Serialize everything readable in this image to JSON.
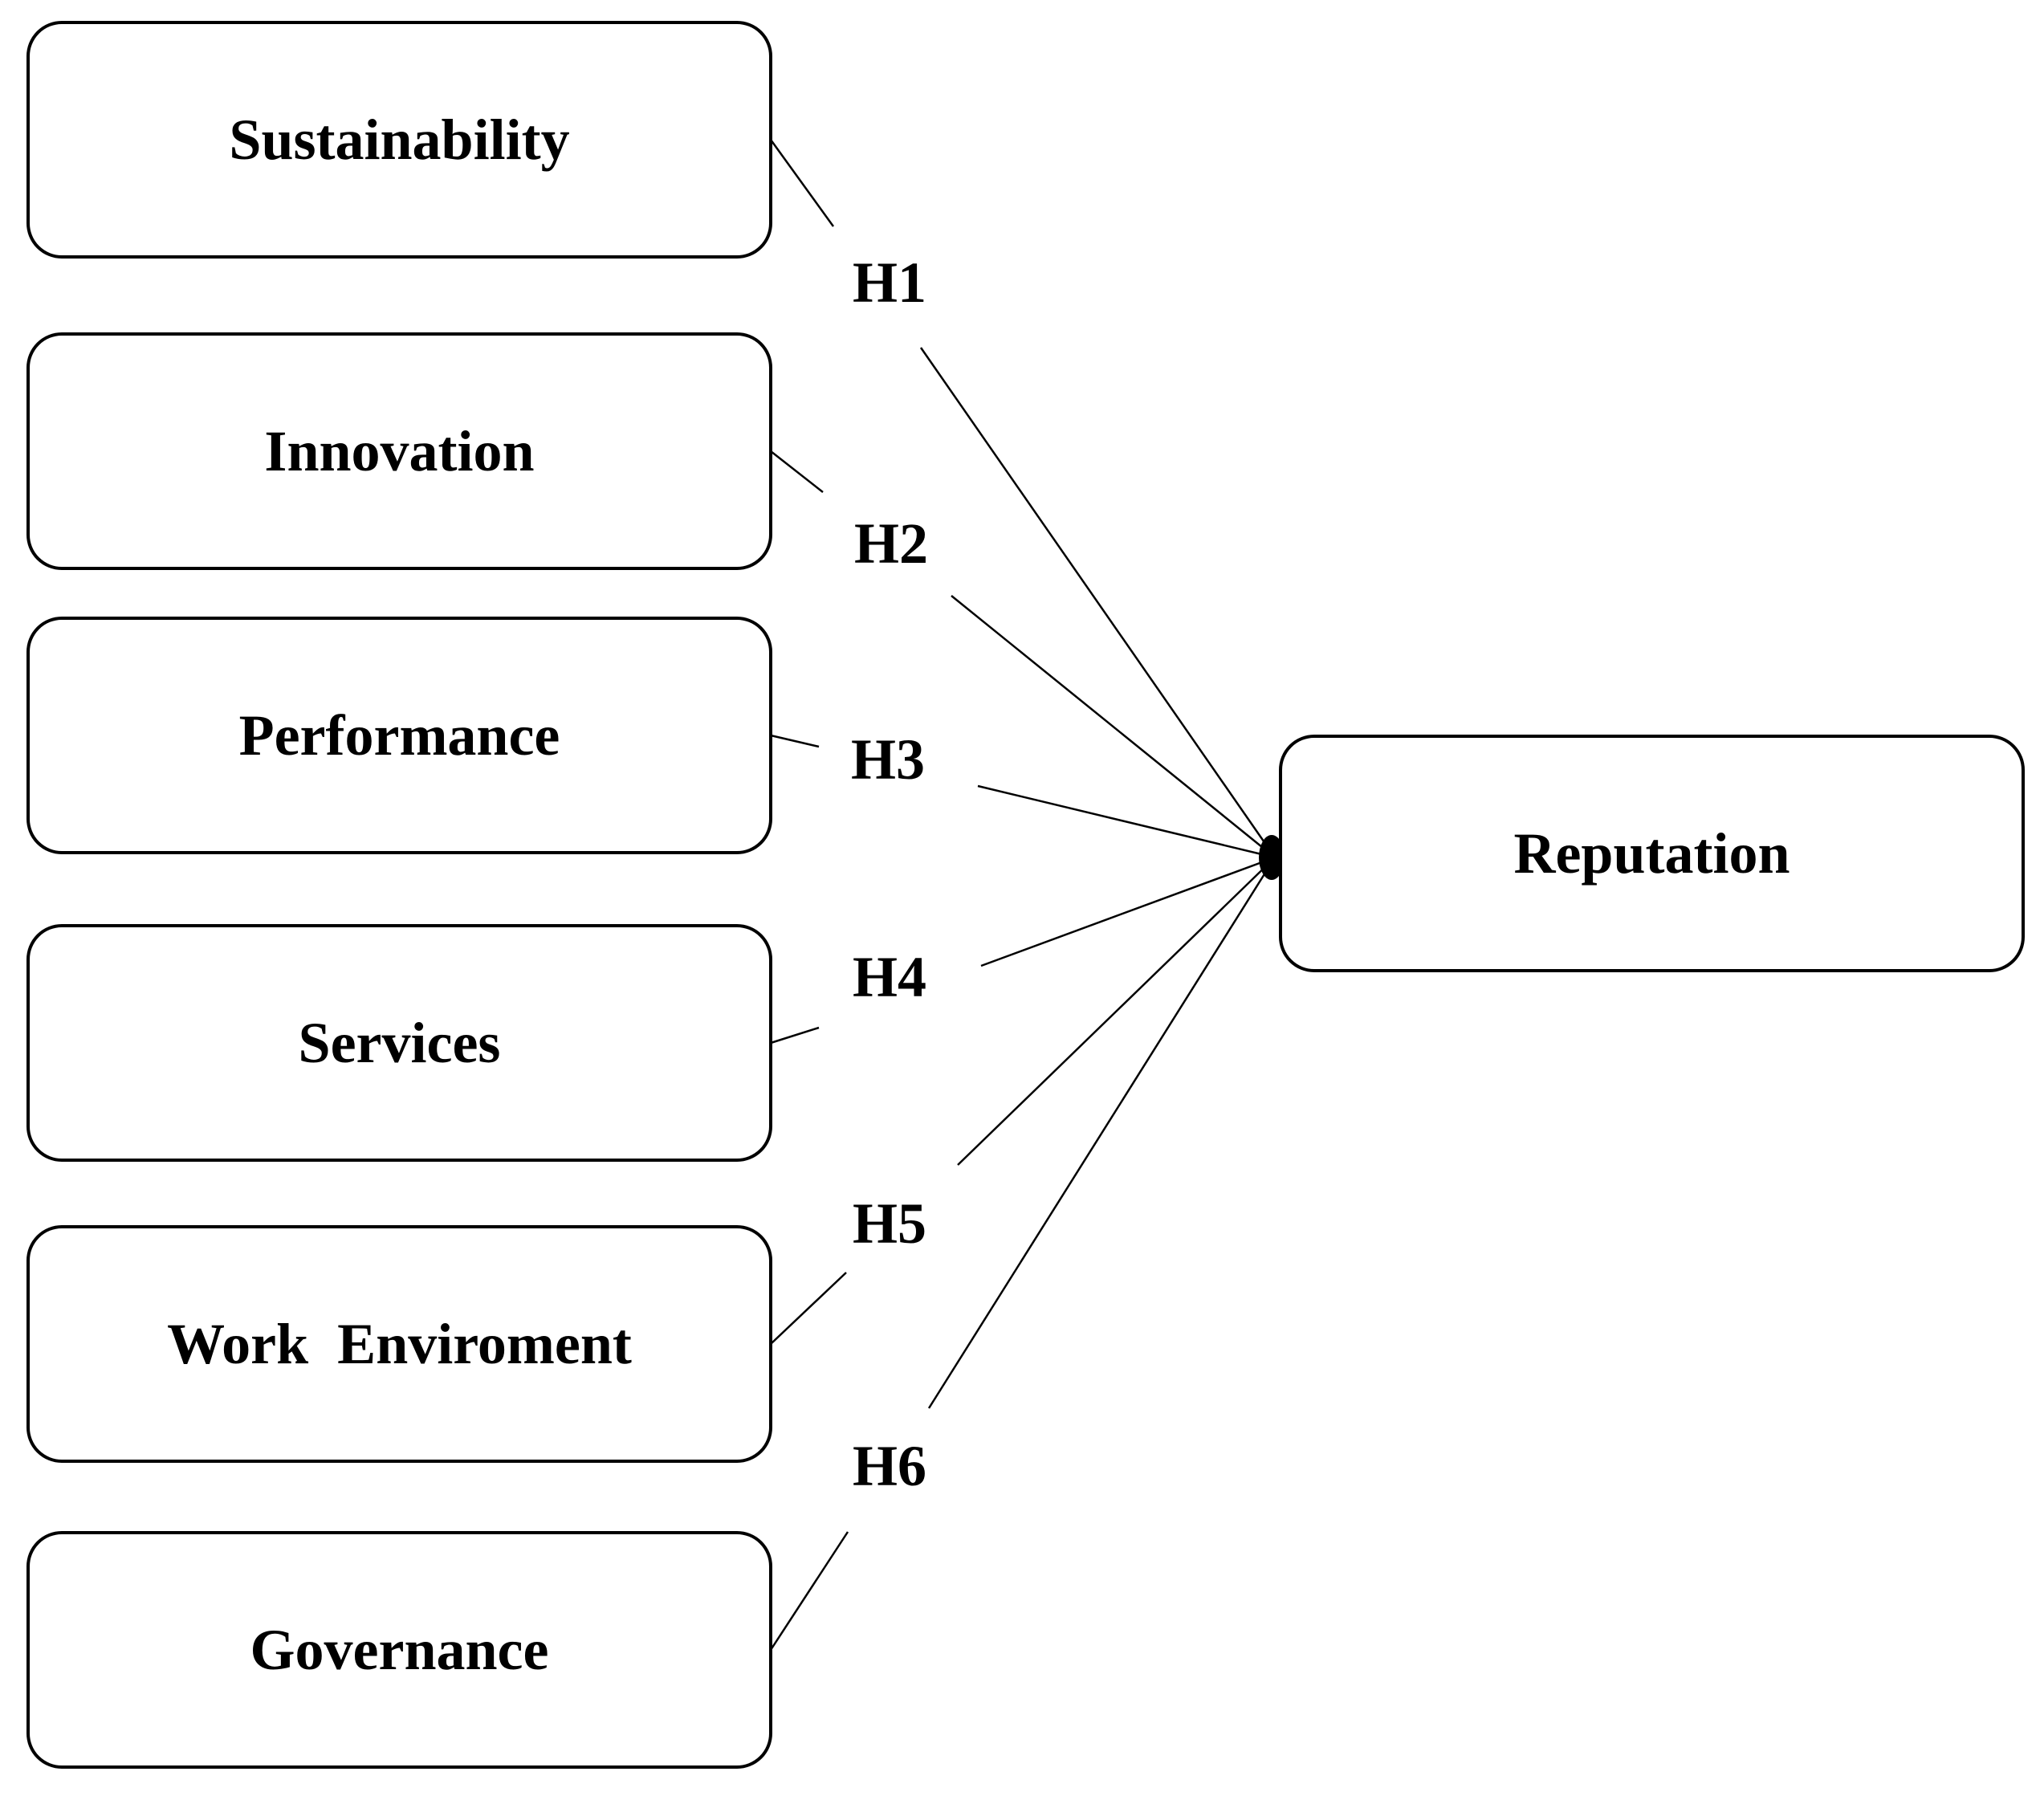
{
  "predictors": [
    {
      "label": "Sustainability",
      "hypothesis": "H1"
    },
    {
      "label": "Innovation",
      "hypothesis": "H2"
    },
    {
      "label": "Performance",
      "hypothesis": "H3"
    },
    {
      "label": "Services",
      "hypothesis": "H4"
    },
    {
      "label": "Work  Enviroment",
      "hypothesis": "H5"
    },
    {
      "label": "Governance",
      "hypothesis": "H6"
    }
  ],
  "outcome": {
    "label": "Reputation"
  },
  "colors": {
    "stroke": "#000000",
    "background": "#ffffff"
  }
}
